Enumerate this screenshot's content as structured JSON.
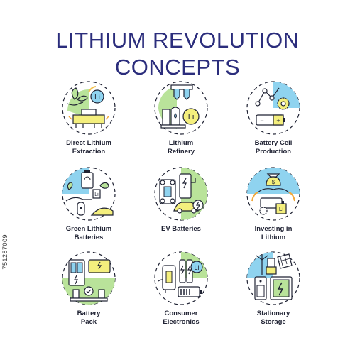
{
  "title": {
    "line1": "LITHIUM REVOLUTION",
    "line2": "CONCEPTS"
  },
  "side_text": "751287009",
  "colors": {
    "title": "#2b2d7c",
    "outline": "#1f2233",
    "green_fill": "#b9e39a",
    "yellow_fill": "#f4ef7d",
    "blue_fill": "#8fd3ef"
  },
  "icons": [
    {
      "name": "direct-lithium-extraction-icon",
      "line1": "Direct Lithium",
      "line2": "Extraction"
    },
    {
      "name": "lithium-refinery-icon",
      "line1": "Lithium",
      "line2": "Refinery"
    },
    {
      "name": "battery-cell-production-icon",
      "line1": "Battery Cell",
      "line2": "Production"
    },
    {
      "name": "green-lithium-batteries-icon",
      "line1": "Green Lithium",
      "line2": "Batteries"
    },
    {
      "name": "ev-batteries-icon",
      "line1": "EV Batteries",
      "line2": ""
    },
    {
      "name": "investing-in-lithium-icon",
      "line1": "Investing in",
      "line2": "Lithium"
    },
    {
      "name": "battery-pack-icon",
      "line1": "Battery",
      "line2": "Pack"
    },
    {
      "name": "consumer-electronics-icon",
      "line1": "Consumer",
      "line2": "Electronics"
    },
    {
      "name": "stationary-storage-icon",
      "line1": "Stationary",
      "line2": "Storage"
    }
  ],
  "badges": {
    "li": "Li",
    "dollar": "$",
    "plus": "+",
    "minus": "−"
  }
}
